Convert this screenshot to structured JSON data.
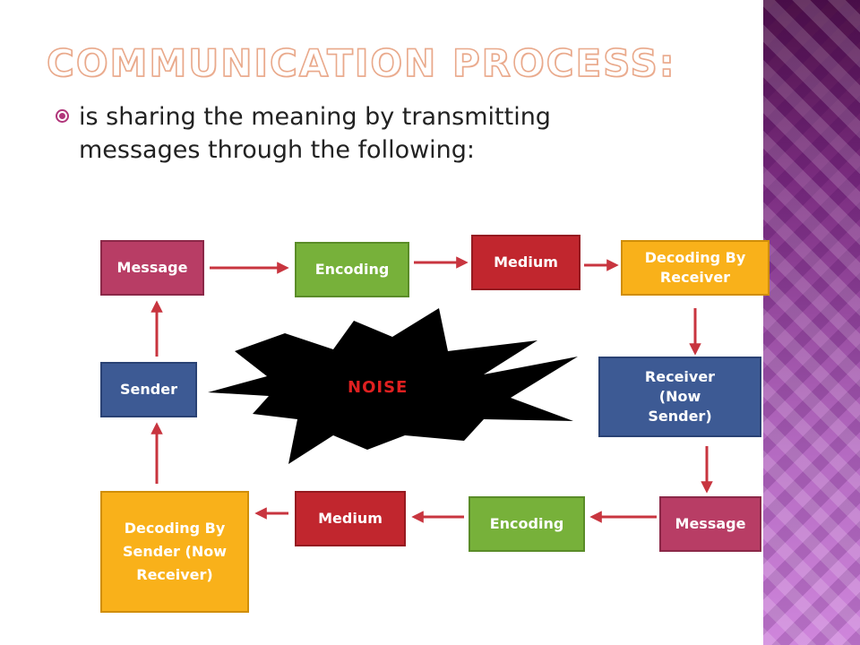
{
  "slide": {
    "title": "COMMUNICATION PROCESS:",
    "bullet": "is sharing the meaning by transmitting messages through the following:"
  },
  "diagram": {
    "noise_label": "NOISE",
    "nodes": {
      "message_top": "Message",
      "encoding_top": "Encoding",
      "medium_top": "Medium",
      "decoding_receiver": "Decoding By Receiver",
      "sender": "Sender",
      "receiver_now_sender": "Receiver (Now Sender)",
      "decoding_sender": "Decoding By Sender (Now Receiver)",
      "medium_bottom": "Medium",
      "encoding_bottom": "Encoding",
      "message_bottom": "Message"
    },
    "colors": {
      "message": "#b83d65",
      "encoding": "#77b13a",
      "medium": "#c1262e",
      "decoding": "#f9b11a",
      "person": "#3d5a94",
      "arrow": "#c8353f",
      "noise_fill": "#000000",
      "noise_text": "#e02020"
    }
  }
}
